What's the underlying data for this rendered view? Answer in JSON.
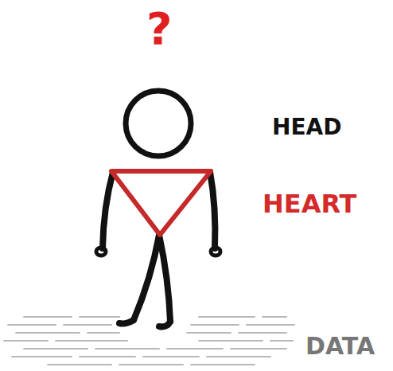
{
  "diagram": {
    "labels": [
      "?",
      "HEAD",
      "HEART",
      "DATA"
    ]
  }
}
